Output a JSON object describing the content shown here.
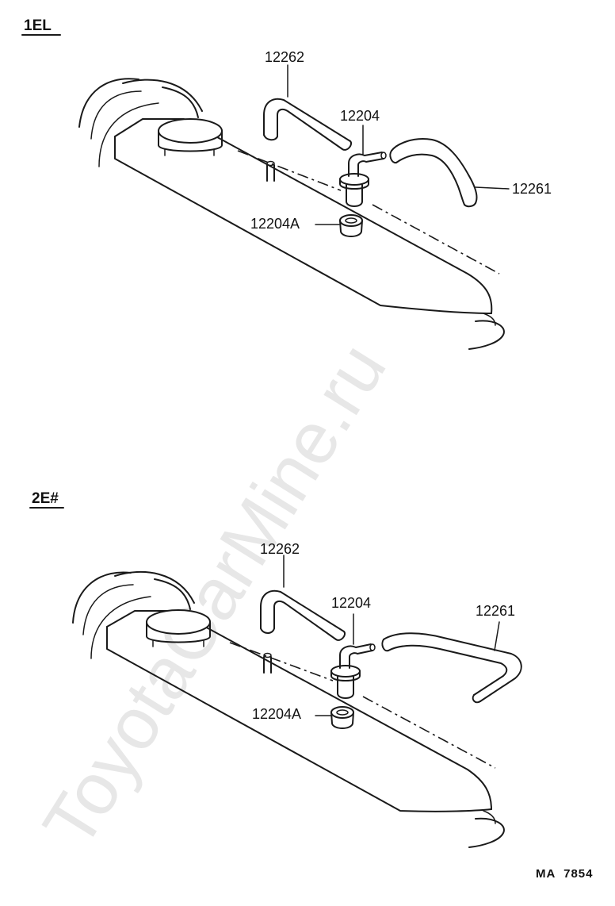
{
  "watermark": "ToyotaCarMine.ru",
  "diagram_code": "MA  7854",
  "sections": [
    {
      "title": "1EL",
      "parts": {
        "hose_left": "12262",
        "pcv_valve": "12204",
        "hose_right": "12261",
        "grommet": "12204A"
      }
    },
    {
      "title": "2E#",
      "parts": {
        "hose_left": "12262",
        "pcv_valve": "12204",
        "hose_right": "12261",
        "grommet": "12204A"
      }
    }
  ]
}
